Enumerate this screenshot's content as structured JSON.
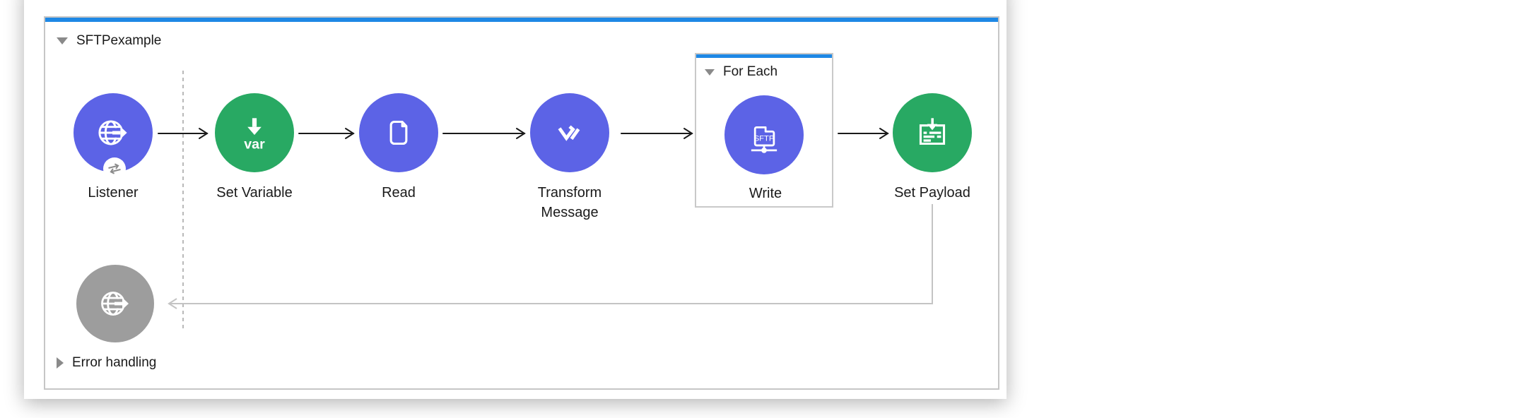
{
  "flow": {
    "title": "SFTPexample",
    "error_handling_label": "Error handling",
    "accent_color": "#1e88e5"
  },
  "scope": {
    "title": "For Each"
  },
  "nodes": {
    "listener": {
      "label": "Listener",
      "icon": "globe-arrow-icon",
      "color": "#5c63e6"
    },
    "setvar": {
      "label": "Set Variable",
      "icon": "var-arrow-icon",
      "color": "#28a963",
      "icon_text": "var"
    },
    "read": {
      "label": "Read",
      "icon": "file-icon",
      "color": "#5c63e6"
    },
    "transform": {
      "label": "Transform Message",
      "icon": "dataweave-icon",
      "color": "#5c63e6"
    },
    "write": {
      "label": "Write",
      "icon": "sftp-folder-icon",
      "color": "#5c63e6",
      "icon_text": "SFTP"
    },
    "setpayload": {
      "label": "Set Payload",
      "icon": "payload-inbox-icon",
      "color": "#28a963"
    }
  },
  "ghost_node": {
    "icon": "globe-arrow-icon",
    "color": "#9d9d9d"
  },
  "colors": {
    "node_blue": "#5c63e6",
    "node_green": "#28a963",
    "node_gray": "#9d9d9d",
    "wire_black": "#1a1a1a",
    "wire_gray": "#c4c4c4",
    "dashed_guide": "#b9b9b9"
  }
}
